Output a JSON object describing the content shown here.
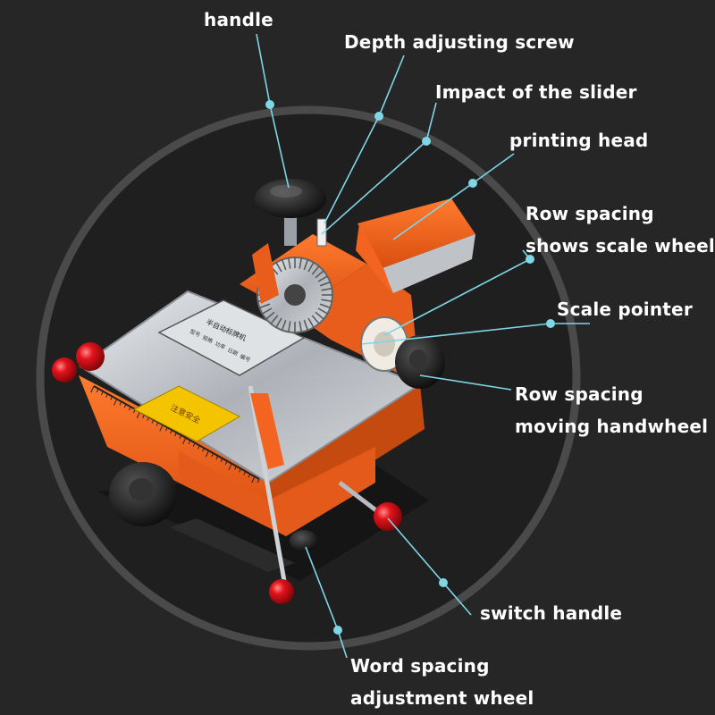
{
  "labels": {
    "handle": "handle",
    "depth_adjusting_screw": "Depth adjusting screw",
    "impact_of_the_slider": "Impact of the slider",
    "printing_head": "printing head",
    "row_spacing_scale_wheel": [
      "Row spacing",
      "shows scale wheel"
    ],
    "scale_pointer": "Scale pointer",
    "row_spacing_moving_handwheel": [
      "Row spacing",
      "moving handwheel"
    ],
    "switch_handle": "switch handle",
    "word_spacing_adjustment_wheel": [
      "Word spacing",
      "adjustment wheel"
    ]
  },
  "nameplate_text": [
    "半自动标牌机",
    "型号",
    "规格",
    "功率",
    "日期",
    "编号"
  ],
  "warning_text": "注意安全",
  "colors": {
    "background": "#262626",
    "circle": "#4a4a4a",
    "leader": "#7fd6e6",
    "machine_orange": "#f2641f",
    "steel": "#c9ccd0",
    "knob_red": "#e3131b"
  }
}
